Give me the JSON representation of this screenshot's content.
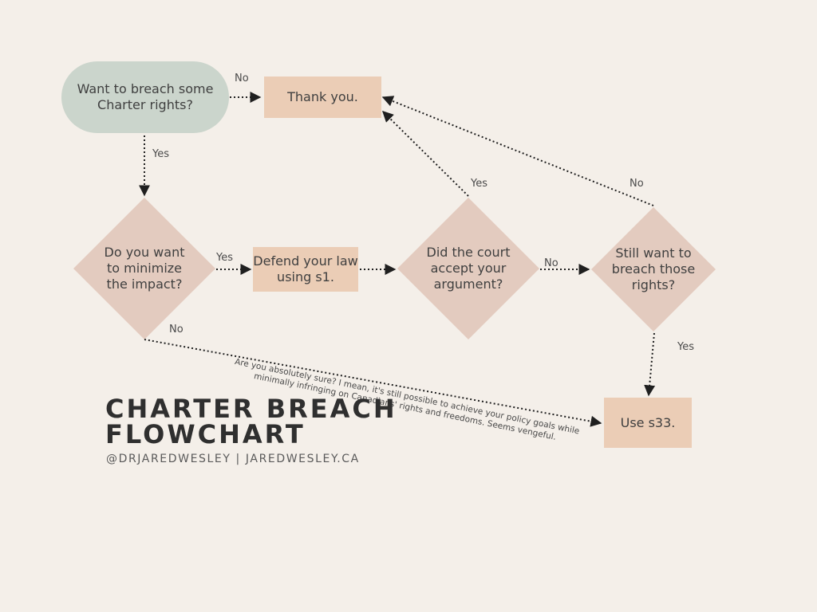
{
  "colors": {
    "background": "#f4efe9",
    "start_node": "#cbd5cc",
    "process_node": "#ebcdb6",
    "decision_node": "#e3cbbf",
    "arrow": "#1f1f1f"
  },
  "nodes": {
    "start": "Want to breach some Charter rights?",
    "thank_you": "Thank you.",
    "minimize": "Do you want to minimize the impact?",
    "defend": "Defend your law using s1.",
    "court": "Did the court accept your argument?",
    "still_want": "Still want to breach those rights?",
    "use_s33": "Use s33."
  },
  "edge_labels": {
    "start_no": "No",
    "start_yes": "Yes",
    "minimize_yes": "Yes",
    "minimize_no": "No",
    "court_yes": "Yes",
    "court_no": "No",
    "still_no": "No",
    "still_yes": "Yes"
  },
  "note": "Are you absolutely sure? I mean, it's still possible to achieve your policy goals while minimally infringing on Canadians' rights and freedoms. Seems vengeful.",
  "title_line1": "CHARTER BREACH",
  "title_line2": "FLOWCHART",
  "subtitle": "@DRJAREDWESLEY | JAREDWESLEY.CA"
}
